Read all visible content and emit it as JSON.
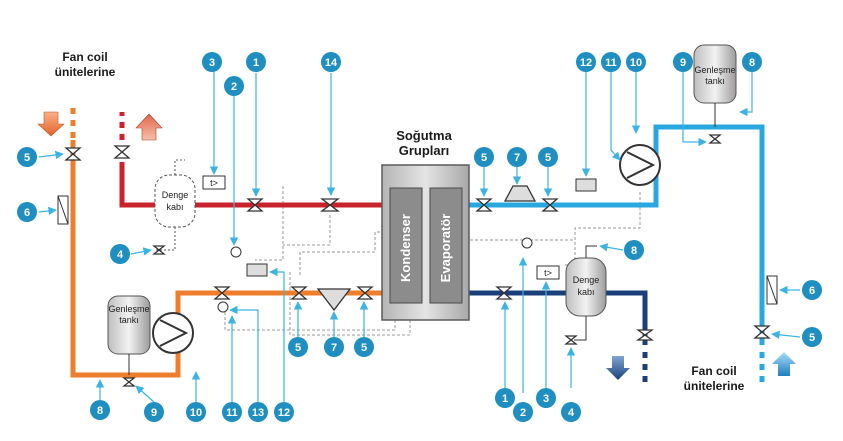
{
  "labels": {
    "fan_coil_left": [
      "Fan coil",
      "ünitelerine"
    ],
    "fan_coil_right": [
      "Fan coil",
      "ünitelerine"
    ],
    "chiller": [
      "Soğutma",
      "Grupları"
    ],
    "condenser": "Kondenser",
    "evaporator": "Evaporatör",
    "balance_tank": [
      "Denge",
      "kabı"
    ],
    "expansion_tank": [
      "Genleşme",
      "tankı"
    ],
    "thermo": "t>"
  },
  "badges": [
    {
      "id": "b3-top",
      "n": "3"
    },
    {
      "id": "b2-top",
      "n": "2"
    },
    {
      "id": "b1-top",
      "n": "1"
    },
    {
      "id": "b14-top",
      "n": "14"
    },
    {
      "id": "b12-topr",
      "n": "12"
    },
    {
      "id": "b11-topr",
      "n": "11"
    },
    {
      "id": "b10-topr",
      "n": "10"
    },
    {
      "id": "b9-topr",
      "n": "9"
    },
    {
      "id": "b8-topr",
      "n": "8"
    },
    {
      "id": "b5-left",
      "n": "5"
    },
    {
      "id": "b6-left",
      "n": "6"
    },
    {
      "id": "b4-left",
      "n": "4"
    },
    {
      "id": "b5-mr1",
      "n": "5"
    },
    {
      "id": "b7-mr",
      "n": "7"
    },
    {
      "id": "b5-mr2",
      "n": "5"
    },
    {
      "id": "b8-mr",
      "n": "8"
    },
    {
      "id": "b6-right",
      "n": "6"
    },
    {
      "id": "b5-right",
      "n": "5"
    },
    {
      "id": "b5-ml1",
      "n": "5"
    },
    {
      "id": "b7-ml",
      "n": "7"
    },
    {
      "id": "b5-ml2",
      "n": "5"
    },
    {
      "id": "b8-bot",
      "n": "8"
    },
    {
      "id": "b9-bot",
      "n": "9"
    },
    {
      "id": "b10-bot",
      "n": "10"
    },
    {
      "id": "b11-bot",
      "n": "11"
    },
    {
      "id": "b13-bot",
      "n": "13"
    },
    {
      "id": "b12-bot",
      "n": "12"
    },
    {
      "id": "b1-bot",
      "n": "1"
    },
    {
      "id": "b2-bot",
      "n": "2"
    },
    {
      "id": "b3-bot",
      "n": "3"
    },
    {
      "id": "b4-bot",
      "n": "4"
    }
  ],
  "colors": {
    "hot_supply": "#c8232c",
    "hot_return": "#ee7d2c",
    "cold_supply": "#29a8e0",
    "cold_return": "#1a3f7a",
    "badge": "#1f8ec0",
    "leader": "#3bb3e3"
  }
}
